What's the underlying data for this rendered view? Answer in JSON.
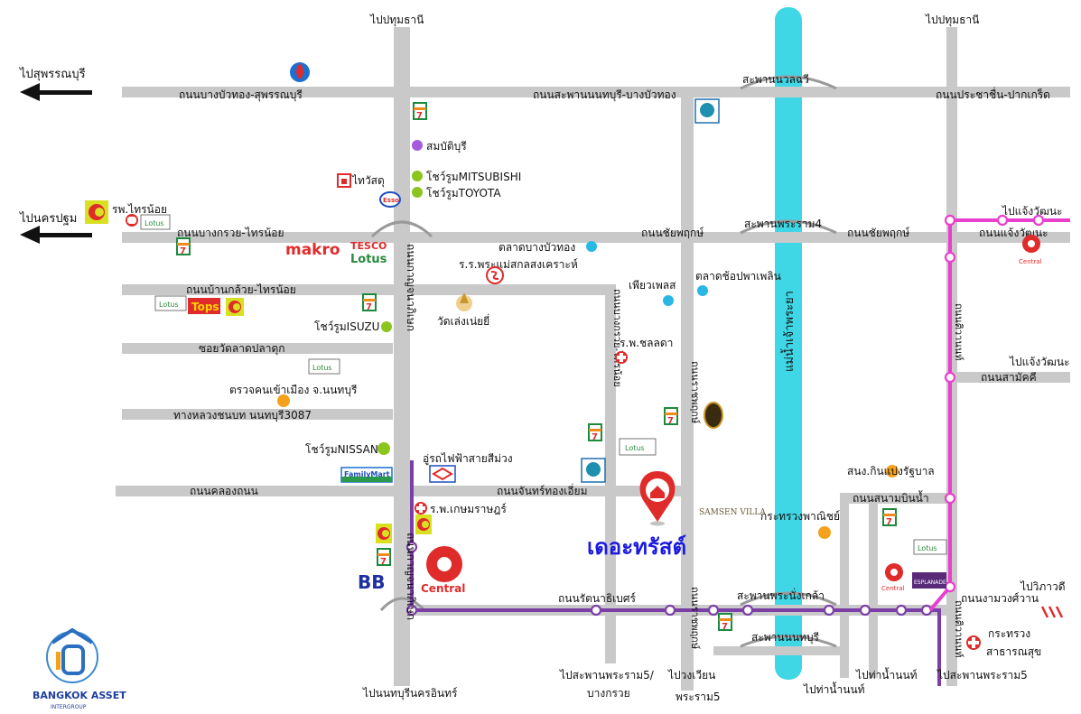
{
  "colors": {
    "road": "#c9c9c9",
    "river": "#3fd6e6",
    "purple_line": "#7b3fa6",
    "pink_line": "#e83fcf",
    "marker_red": "#e02b2b",
    "brand_blue": "#1a1ae0",
    "dot_cyan": "#29b8e6",
    "dot_orange": "#f4a21d",
    "dot_green": "#8bc51d",
    "dot_purple": "#a45be0"
  },
  "directions": {
    "west_top": "ไปสุพรรณบุรี",
    "west_mid": "ไปนครปฐม",
    "north_left": "ไปปทุมธานี",
    "north_right": "ไปปทุมธานี",
    "east_top": "ไปแจ้งวัฒนะ",
    "east_mid": "ไปแจ้งวัฒนะ",
    "east_low": "ไปวิภาวดี",
    "south_1": "ไปนนทบุรีนครอินทร์",
    "south_2a": "ไปสะพานพระราม5/",
    "south_2b": "บางกรวย",
    "south_3a": "ไปวงเวียน",
    "south_3b": "พระราม5",
    "south_4": "ไปท่าน้ำนนท์",
    "south_5": "ไปท่าน้ำนนท์",
    "south_6": "ไปสะพานพระราม5"
  },
  "roads": {
    "r1": "ถนนบางบัวทอง-สุพรรณบุรี",
    "r2": "ถนนสะพานนนทบุรี-บางบัวทอง",
    "r3": "ถนนประชาชื่น-ปากเกร็ด",
    "r4": "ถนนบางกรวย-ไทรน้อย",
    "r5": "ถนนชัยพฤกษ์",
    "r6": "ถนนชัยพฤกษ์",
    "r7": "ถนนแจ้งวัฒนะ",
    "r8": "ถนนบ้านกล้วย-ไทรน้อย",
    "r9": "ซอยวัดลาดปลาดุก",
    "r10": "ทางหลวงชนบท นนทบุรี3087",
    "r11": "ถนนคลองถนน",
    "r12": "ถนนจันทร์ทองเอี่ยม",
    "r13": "ถนนรัตนาธิเบศร์",
    "r14": "ถนนงามวงศ์วาน",
    "r15": "ถนนสนามบินน้ำ",
    "r16": "ถนนสามัคคี",
    "v1": "ถนนกาญจนาภิเษก",
    "v2": "ถนนบางกรวย-ไทรน้อย",
    "v3": "ถนนราชพฤกษ์",
    "v4": "ถนนติวานนท์",
    "v5": "ถนนติวานนท์"
  },
  "bridges": {
    "b1": "สะพานนวลฉวี",
    "b2": "สะพานพระราม4",
    "b3": "สะพานพระนั่งเกล้า",
    "b4": "สะพานนนทบุรี"
  },
  "river_label": "แม่น้ำเจ้าพระยา",
  "places": {
    "sammit": "สมบัติบุรี",
    "mitsubishi": "โชว์รูมMITSUBISHI",
    "toyota": "โชว์รูมTOYOTA",
    "thaiwatsadu": "ไทวัสดุ",
    "hosp_sainoi": "รพ.ไทรน้อย",
    "market_bbt": "ตลาดบางบัวทอง",
    "school": "ร.ร.พระแม่สกลสงเคราะห์",
    "pierpass": "เพียวเพลส",
    "market_shop": "ตลาดช้อปพาเพลิน",
    "wat": "วัดเล่งเน่ยยี่",
    "isuzu": "โชว์รูมISUZU",
    "hosp_chonlada": "ร.พ.ชลลดา",
    "immigration": "ตรวจคนเข้าเมือง จ.นนทบุรี",
    "nissan": "โชว์รูมNISSAN",
    "depot": "อู่รถไฟฟ้าสายสีม่วง",
    "hosp_kasem": "ร.พ.เกษมราษฎร์",
    "revenue": "สนง.กินแบ่งรัฐบาล",
    "ministry_commerce": "กระทรวงพาณิชย์",
    "ministry_health_1": "กระทรวง",
    "ministry_health_2": "สาธารณสุข",
    "project": "เดอะทรัสต์"
  },
  "brands": {
    "seven": "7",
    "makro": "makro",
    "tesco": "TESCO",
    "lotus": "Lotus",
    "tops": "Tops",
    "central": "Central",
    "familymart": "FamilyMart",
    "bb": "BB",
    "samsen": "SAMSEN VILLA",
    "esso": "Esso",
    "esplanade": "ESPLANADE"
  },
  "logo": {
    "name": "BANGKOK ASSET",
    "sub": "INTERGROUP"
  }
}
